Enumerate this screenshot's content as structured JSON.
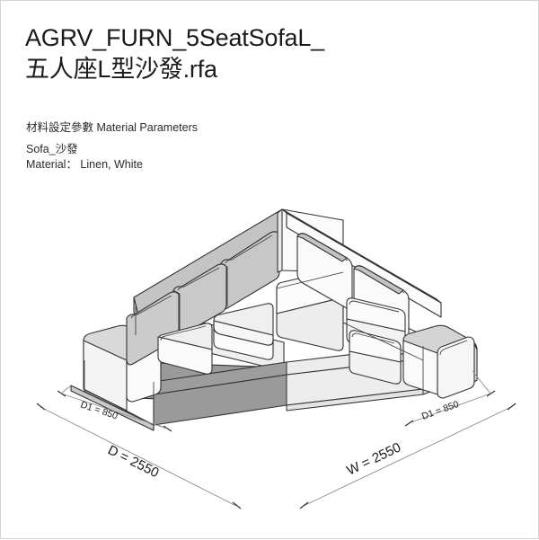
{
  "document": {
    "title_line1": "AGRV_FURN_5SeatSofaL_",
    "title_line2": "五人座L型沙發.rfa",
    "section_heading": "材料設定參數 Material Parameters",
    "component_name": "Sofa_沙發",
    "material_line": "Material：  Linen, White"
  },
  "dimensions": {
    "depth_overall": "D = 2550",
    "width_overall": "W = 2550",
    "depth_arm_left": "D1 = 850",
    "depth_arm_right": "D1 = 850"
  },
  "colors": {
    "page_background": "#ffffff",
    "border": "#d4d4d4",
    "text": "#1a1a1a",
    "outline": "#333333",
    "cushion_light": "#f2f2f2",
    "cushion_white": "#fafafa",
    "cushion_mid": "#c7c7c7",
    "cushion_shadow": "#a8a8a8",
    "base_dark": "#9a9a9a",
    "base_light": "#ededed",
    "dim_line": "#8c8c8c"
  },
  "drawing": {
    "object_name": "5-seat L-shaped sofa",
    "projection": "isometric",
    "seat_count": 5,
    "back_cushion_count": 5
  }
}
